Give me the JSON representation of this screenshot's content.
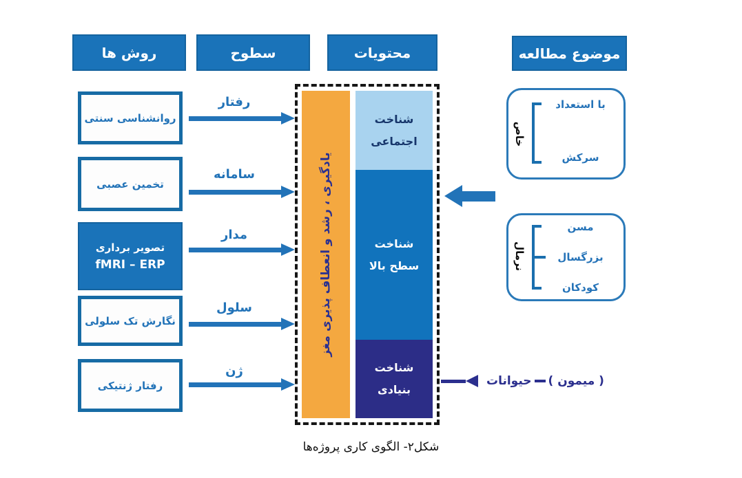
{
  "headers": {
    "methods": "روش ها",
    "levels": "سطوح",
    "contents": "محتویات",
    "study_subject": "موضوع مطالعه"
  },
  "methods": [
    {
      "label": "روانشناسی سنتی"
    },
    {
      "label": "تخمین عصبی"
    },
    {
      "label": "تصویر برداری",
      "sublabel": "fMRI – ERP"
    },
    {
      "label": "نگارش تک سلولی"
    },
    {
      "label": "رفتار ژنتیکی"
    }
  ],
  "levels": [
    "رفتار",
    "سامانه",
    "مدار",
    "سلول",
    "ژن"
  ],
  "center": {
    "side_label": "یادگیری ، رشد و انعطاف پذیری مغز",
    "segments": [
      {
        "line1": "شناخت",
        "line2": "اجتماعی",
        "color": "#a9d3ef"
      },
      {
        "line1": "شناخت",
        "line2": "سطح بالا",
        "color": "#1173bc"
      },
      {
        "line1": "شناخت",
        "line2": "بنیادی",
        "color": "#2c2d87"
      }
    ]
  },
  "subjects": [
    {
      "side_label": "خاص",
      "items": [
        "با استعداد",
        "سرکش"
      ]
    },
    {
      "side_label": "نرمال",
      "items": [
        "مسن",
        "بزرگسال",
        "کودکان"
      ]
    }
  ],
  "animals": {
    "monkey": "( میمون )",
    "label": "حیوانات"
  },
  "caption": "شکل۲- الگوی کاری پروژه‌ها",
  "colors": {
    "header_blue": "#1a73b9",
    "box_border_blue": "#176ba5",
    "text_blue": "#2273b8",
    "arrow_blue": "#2273b8",
    "orange": "#f4a840",
    "light_blue": "#a9d3ef",
    "mid_blue": "#1173bc",
    "navy": "#2c2d87",
    "navy_text": "#2b2f8e",
    "subject_border": "#2b7ab9"
  }
}
